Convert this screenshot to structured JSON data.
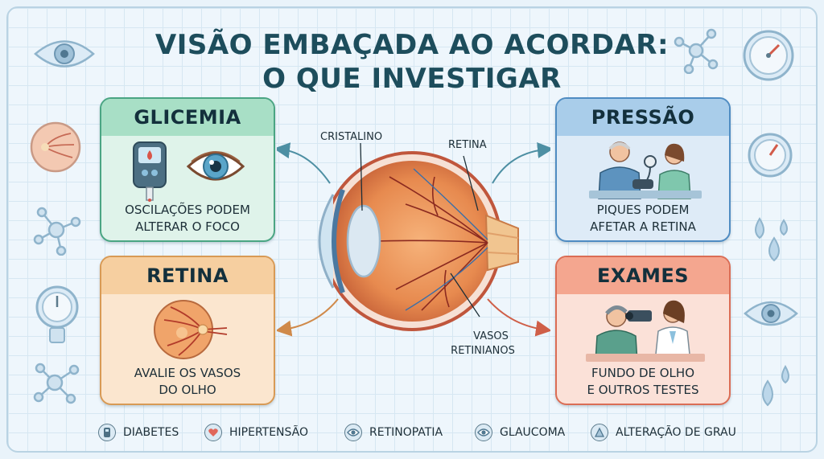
{
  "title": {
    "line1": "VISÃO EMBAÇADA AO ACORDAR:",
    "line2": "O QUE INVESTIGAR"
  },
  "cards": {
    "glicemia": {
      "heading": "GLICEMIA",
      "caption_line1": "OSCILAÇÕES PODEM",
      "caption_line2": "ALTERAR O FOCO",
      "icon": "glucometer-eye-icon"
    },
    "pressao": {
      "heading": "PRESSÃO",
      "caption_line1": "PIQUES PODEM",
      "caption_line2": "AFETAR A RETINA",
      "icon": "blood-pressure-measurement"
    },
    "retina": {
      "heading": "RETINA",
      "caption_line1": "AVALIE OS VASOS",
      "caption_line2": "DO OLHO",
      "icon": "retina-fundus"
    },
    "exames": {
      "heading": "EXAMES",
      "caption_line1": "FUNDO DE OLHO",
      "caption_line2": "E OUTROS TESTES",
      "icon": "eye-exam-scene"
    }
  },
  "eye_labels": {
    "cristalino": "CRISTALINO",
    "retina": "RETINA",
    "vasos_line1": "VASOS",
    "vasos_line2": "RETINIANOS"
  },
  "legend": [
    {
      "label": "DIABETES",
      "icon": "glucometer-icon"
    },
    {
      "label": "HIPERTENSÃO",
      "icon": "heart-icon"
    },
    {
      "label": "RETINOPATIA",
      "icon": "eye-icon"
    },
    {
      "label": "GLAUCOMA",
      "icon": "eye-icon"
    },
    {
      "label": "ALTERAÇÃO DE GRAU",
      "icon": "lens-icon"
    }
  ],
  "colors": {
    "glicemia": "#a8dfc6",
    "pressao": "#a9cdea",
    "retina": "#f6cfa0",
    "exames": "#f4a68f"
  }
}
